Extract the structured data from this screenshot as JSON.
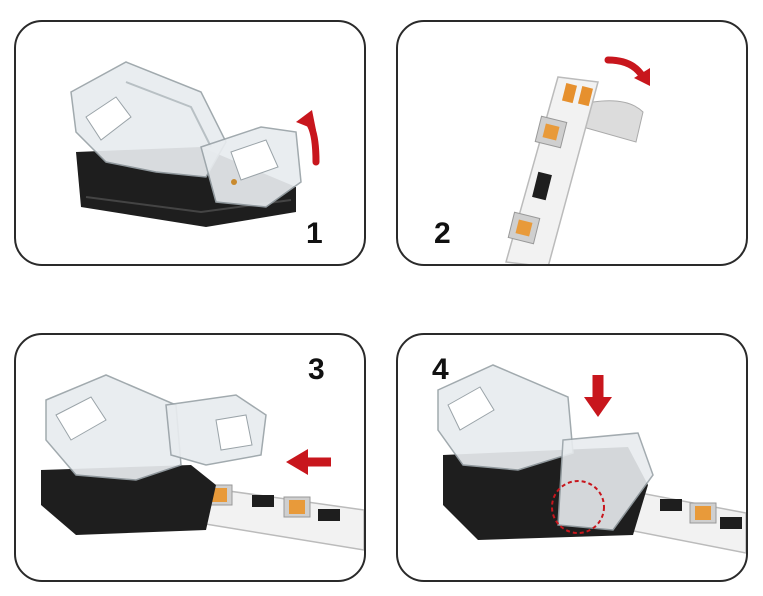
{
  "steps": [
    {
      "number": "1"
    },
    {
      "number": "2"
    },
    {
      "number": "3"
    },
    {
      "number": "4"
    }
  ],
  "colors": {
    "arrow_red": "#c8161d",
    "housing_black": "#1e1e1e",
    "clear_cover": "#e8ecef",
    "strip_white": "#f2f2f2",
    "led_orange": "#e89a3a",
    "pad_orange": "#e6902e"
  }
}
